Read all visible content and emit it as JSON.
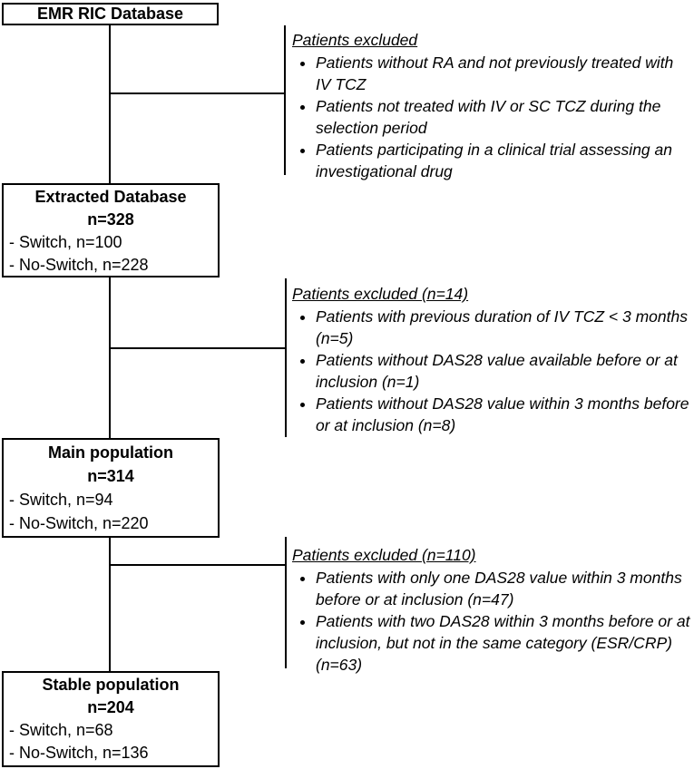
{
  "figure": {
    "type": "patient-flow-diagram",
    "background_color": "#ffffff",
    "line_color": "#000000",
    "text_color": "#000000"
  },
  "boxes": [
    {
      "title": "EMR RIC Database",
      "n": "",
      "lines": []
    },
    {
      "title": "Extracted Database",
      "n": "n=328",
      "lines": [
        "- Switch, n=100",
        "- No-Switch, n=228"
      ]
    },
    {
      "title": "Main population",
      "n": "n=314",
      "lines": [
        "- Switch, n=94",
        "- No-Switch, n=220"
      ]
    },
    {
      "title": "Stable population",
      "n": "n=204",
      "lines": [
        "- Switch, n=68",
        "- No-Switch, n=136"
      ]
    }
  ],
  "exclusions": [
    {
      "heading": "Patients excluded",
      "bullets": [
        "Patients without RA and not previously treated with IV TCZ",
        "Patients not treated with IV or SC TCZ during the selection period",
        "Patients participating in a clinical trial assessing an investigational drug"
      ]
    },
    {
      "heading": "Patients excluded (n=14)",
      "bullets": [
        "Patients with previous duration of IV TCZ < 3 months (n=5)",
        "Patients without DAS28 value available before or at inclusion (n=1)",
        "Patients without DAS28 value within 3 months before or at inclusion (n=8)"
      ]
    },
    {
      "heading": "Patients excluded (n=110)",
      "bullets": [
        "Patients with only one DAS28 value within 3 months before or at inclusion (n=47)",
        "Patients with two DAS28 within 3 months before or at inclusion, but not in the same category (ESR/CRP) (n=63)"
      ]
    }
  ]
}
